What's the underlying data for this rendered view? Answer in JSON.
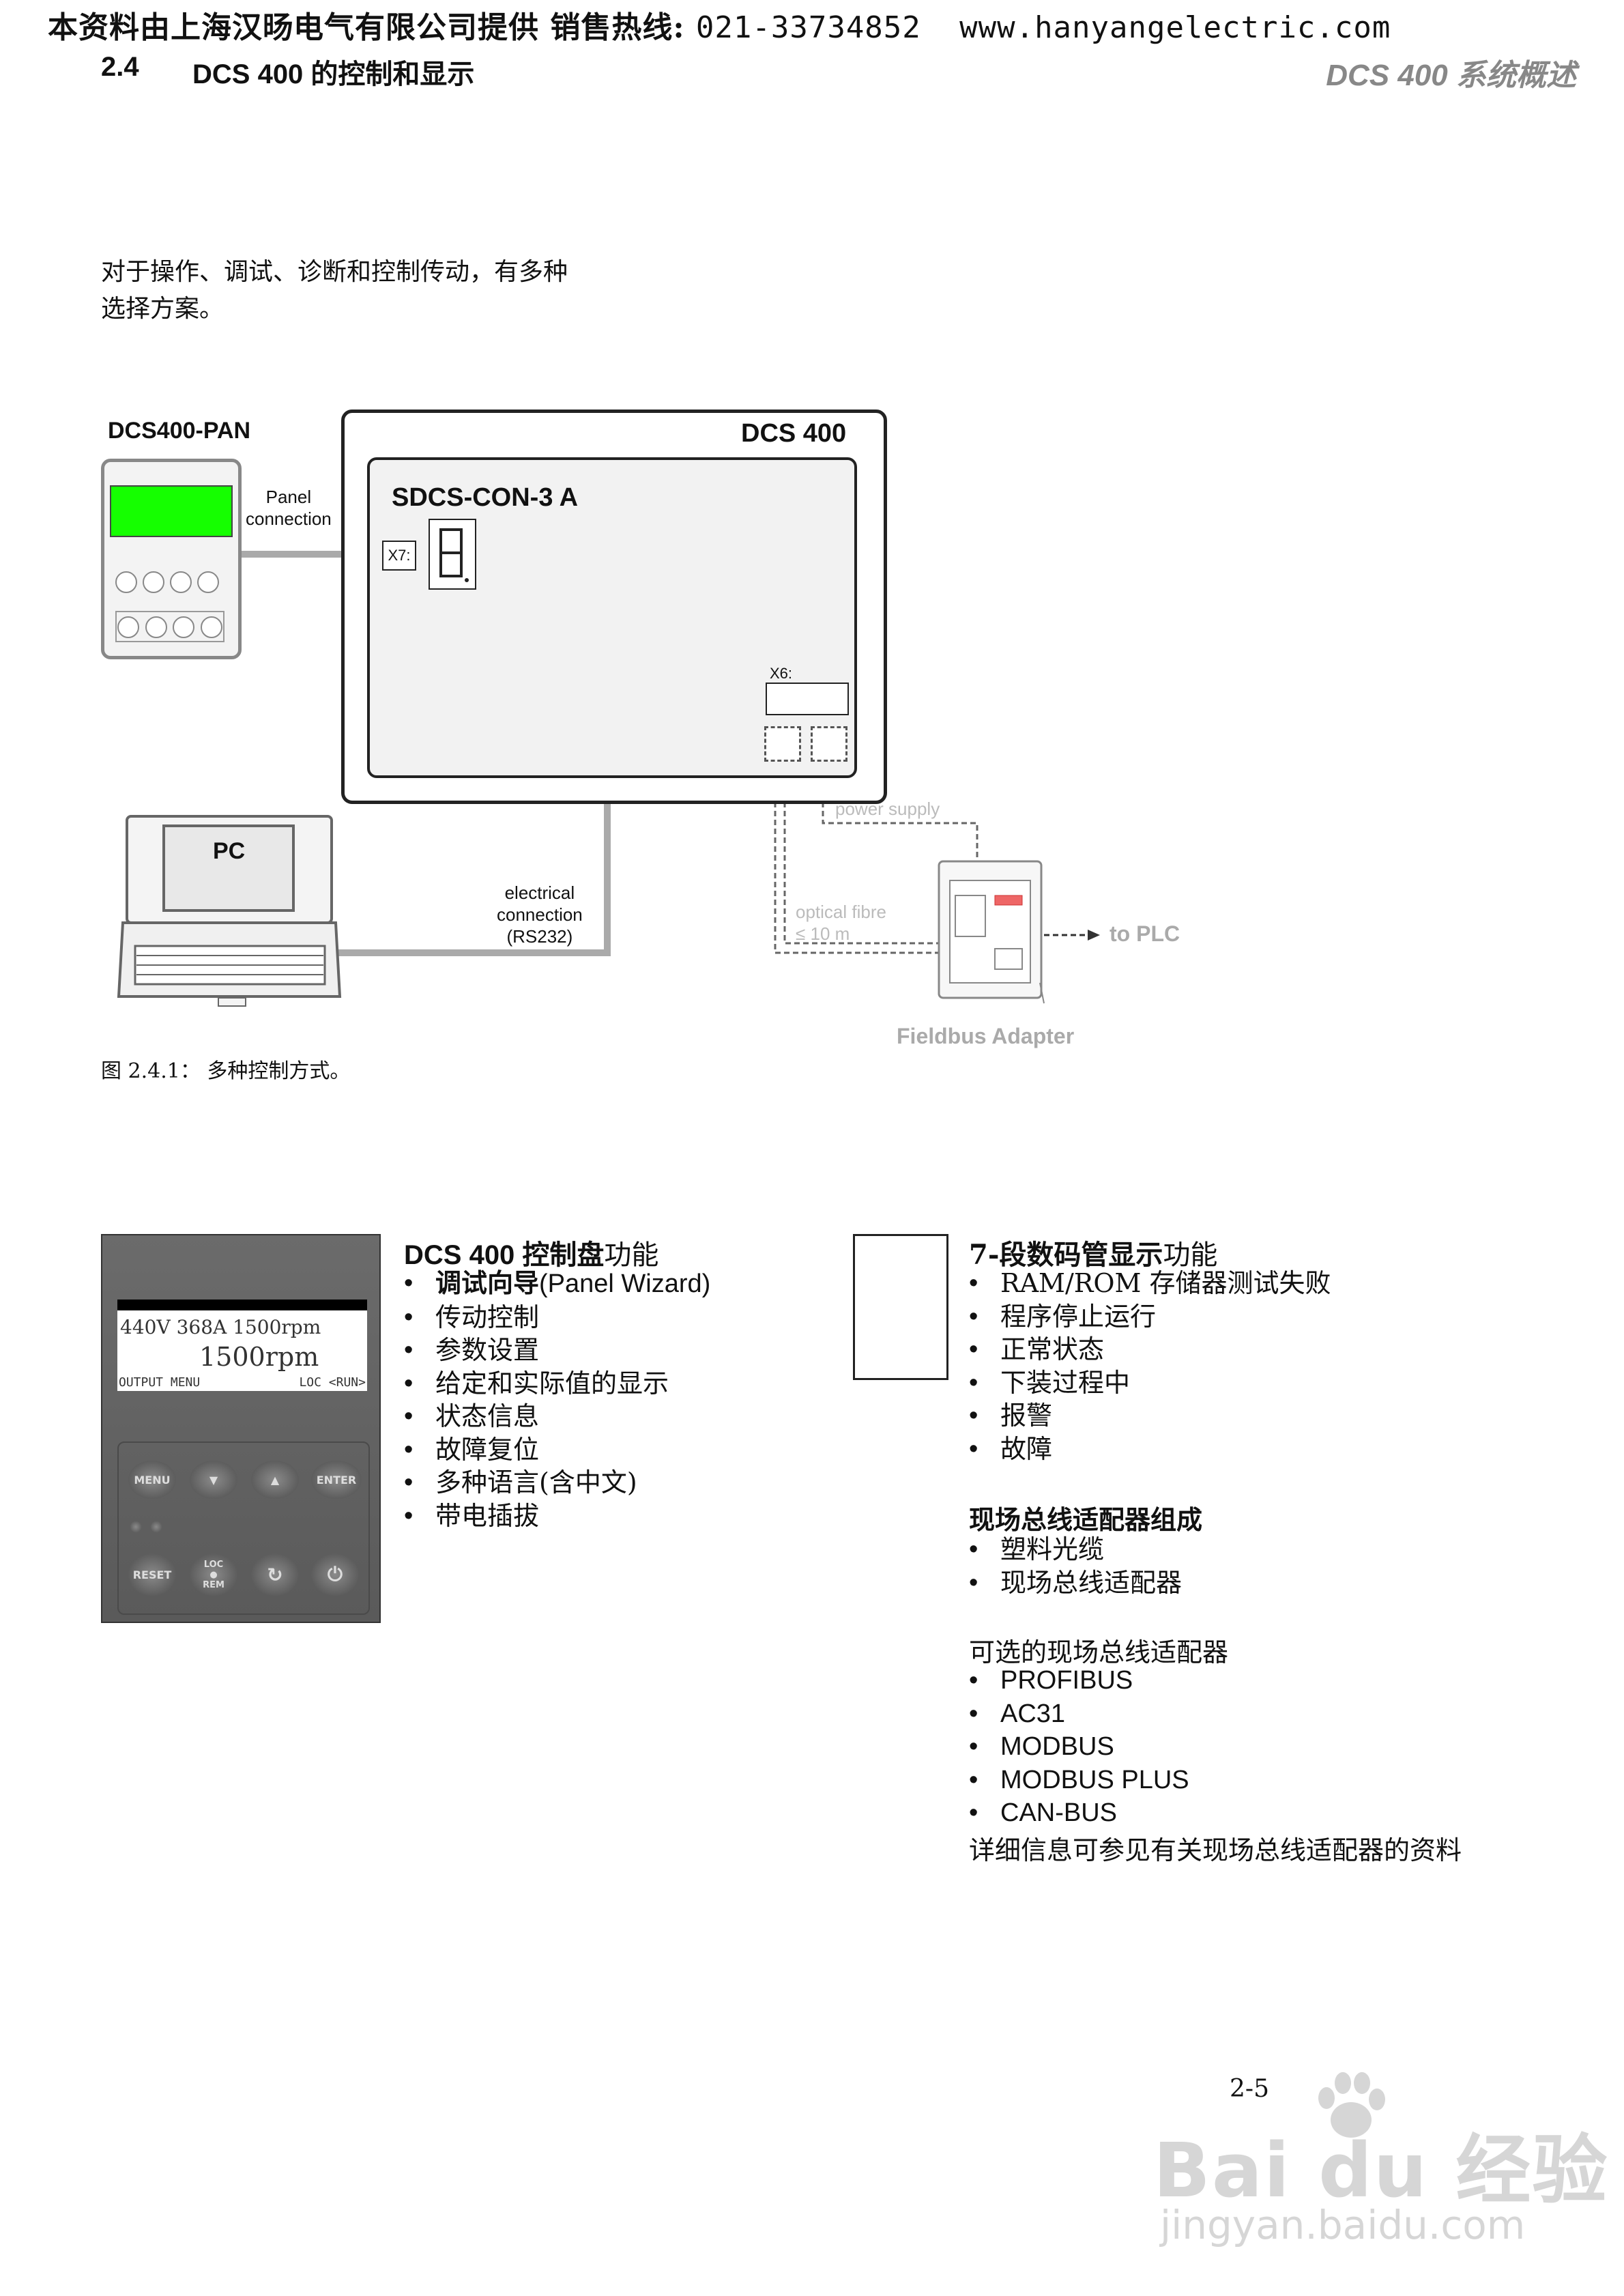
{
  "banner": {
    "text": "本资料由上海汉旸电气有限公司提供 销售热线:",
    "phone": "021-33734852",
    "url": "www.hanyangelectric.com"
  },
  "header": {
    "section_number": "2.4",
    "section_title": "DCS 400 的控制和显示",
    "right_title": "DCS 400 系统概述"
  },
  "intro": {
    "line1": "对于操作、调试、诊断和控制传动，有多种",
    "line2": "选择方案。"
  },
  "diagram": {
    "panel_title": "DCS400-PAN",
    "panel_connection": [
      "Panel",
      "connection"
    ],
    "dcs_title": "DCS 400",
    "con_title": "SDCS-CON-3 A",
    "x7": "X7:",
    "x6": "X6:",
    "pc": "PC",
    "electrical": [
      "electrical",
      "connection",
      "(RS232)"
    ],
    "power_supply": "power supply",
    "optical": [
      "optical fibre",
      "≤ 10 m"
    ],
    "to_plc": "to PLC",
    "fieldbus": "Fieldbus Adapter",
    "colors": {
      "panel_screen": "#15ff00",
      "light_text": "#bbbbbb"
    }
  },
  "figure_caption": "图 2.4.1： 多种控制方式。",
  "panel_photo": {
    "lcd_line1": "440V 368A 1500rpm",
    "lcd_line2": "1500rpm",
    "lcd_status_left": "OUTPUT MENU",
    "lcd_status_right": "LOC <RUN>",
    "keys": {
      "menu": "MENU",
      "enter": "ENTER",
      "reset": "RESET",
      "loc": "LOC",
      "rem": "REM"
    }
  },
  "panel_features": {
    "title_bold": "DCS 400 控制盘",
    "title_rest": "功能",
    "first_bold": "调试向导",
    "first_rest": "(Panel Wizard)",
    "items": [
      "传动控制",
      "参数设置",
      "给定和实际值的显示",
      "状态信息",
      "故障复位",
      "多种语言(含中文)",
      "带电插拔"
    ]
  },
  "seven_segment": {
    "title_bold": "7-段数码管显示",
    "title_rest": "功能",
    "items": [
      "RAM/ROM 存储器测试失败",
      "程序停止运行",
      "正常状态",
      "下装过程中",
      "报警",
      "故障"
    ]
  },
  "fieldbus_components": {
    "title": "现场总线适配器组成",
    "items": [
      "塑料光缆",
      "现场总线适配器"
    ]
  },
  "optional_adapters": {
    "title": "可选的现场总线适配器",
    "items": [
      "PROFIBUS",
      "AC31",
      "MODBUS",
      "MODBUS PLUS",
      "CAN-BUS"
    ]
  },
  "detail_note": "详细信息可参见有关现场总线适配器的资料",
  "page_number": "2-5",
  "watermark": {
    "main": "Bai du 经验",
    "url": "jingyan.baidu.com"
  }
}
